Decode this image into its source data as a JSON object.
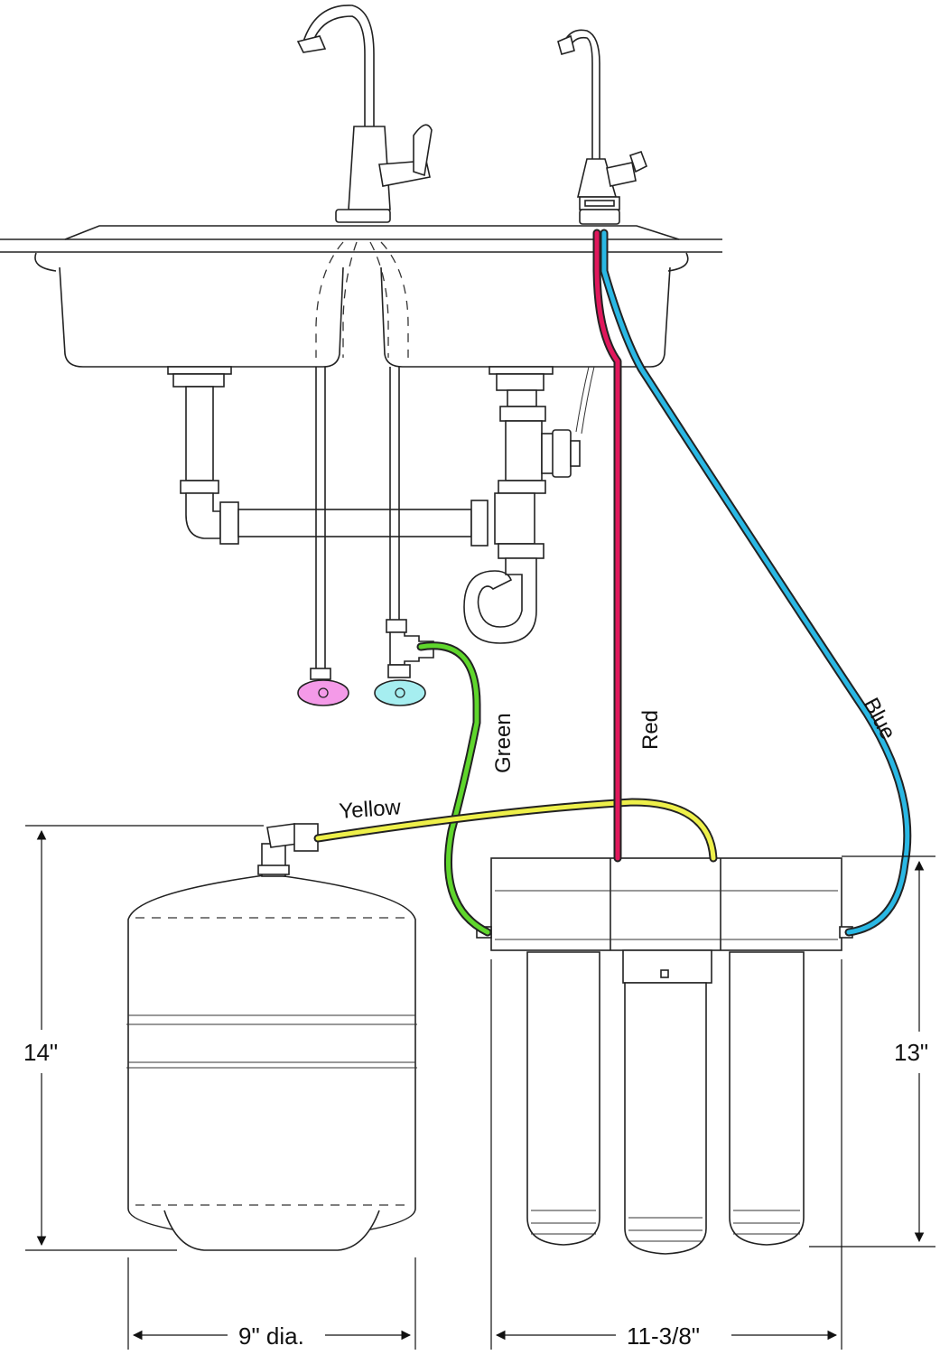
{
  "tubes": {
    "green": {
      "label": "Green",
      "color": "#5fd62c"
    },
    "red": {
      "label": "Red",
      "color": "#e0185c"
    },
    "blue": {
      "label": "Blue",
      "color": "#2ab8e4"
    },
    "yellow": {
      "label": "Yellow",
      "color": "#eef04a"
    }
  },
  "valves": {
    "hot_color": "#f49ae8",
    "cold_color": "#a6eef0"
  },
  "dimensions": {
    "tank_height": "14\"",
    "tank_diameter": "9\" dia.",
    "filter_height": "13\"",
    "filter_width": "11-3/8\""
  }
}
